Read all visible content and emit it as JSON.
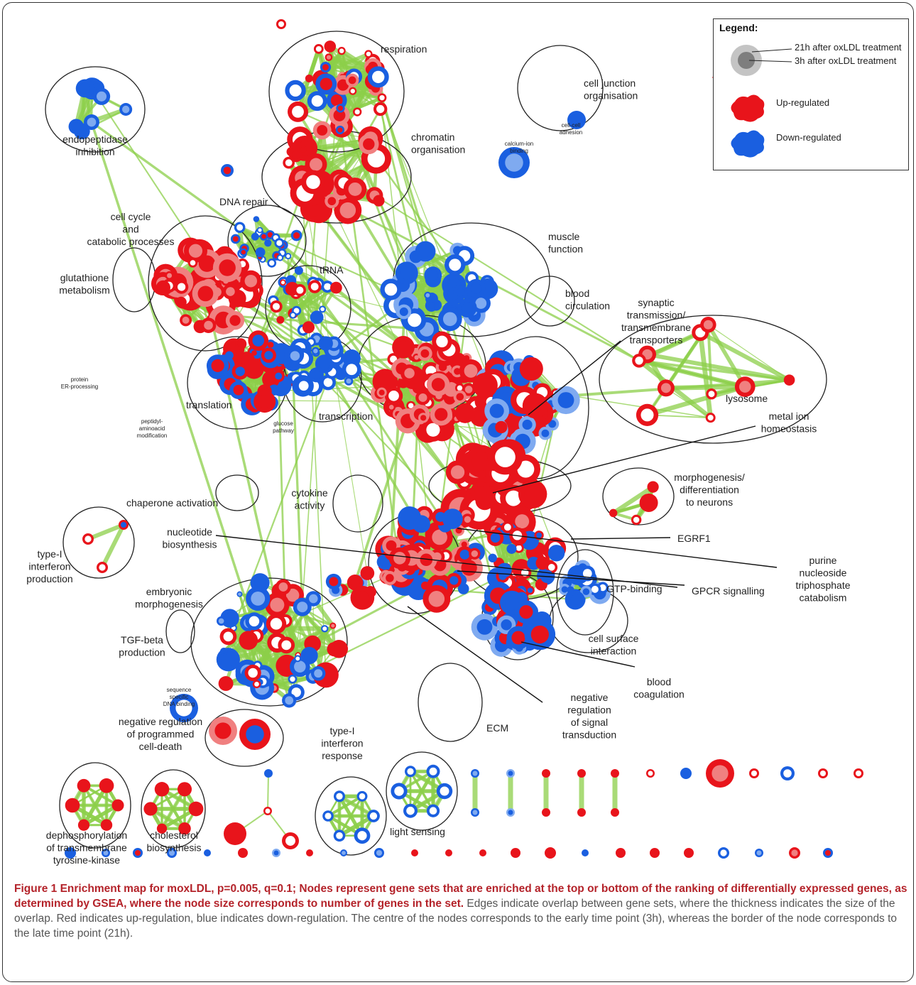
{
  "legend": {
    "title": "Legend:",
    "late_label": "21h after oxLDL treatment",
    "early_label": "3h after oxLDL treatment",
    "up_label": "Up-regulated",
    "down_label": "Down-regulated"
  },
  "colors": {
    "up": "#e8141b",
    "up_light": "#f08080",
    "down": "#1a5fe0",
    "down_light": "#7faaf0",
    "edge": "#8ccf4a",
    "cluster_outline": "#222222"
  },
  "clusters": {
    "endopeptidase": [
      "endopeptidase",
      "inhibition"
    ],
    "respiration": [
      "respiration"
    ],
    "cell_junction": [
      "cell junction",
      "organisation"
    ],
    "calcium": [
      "calcium-ion",
      "binding"
    ],
    "cell_adhesion": [
      "cell-cell",
      "adhesion"
    ],
    "chromatin": [
      "chromatin",
      "organisation"
    ],
    "dna_repair": [
      "DNA repair"
    ],
    "cell_cycle": [
      "cell cycle",
      "and",
      "catabolic processes"
    ],
    "glutathione": [
      "glutathione",
      "metabolism"
    ],
    "trna": [
      "tRNA"
    ],
    "muscle": [
      "muscle",
      "function"
    ],
    "blood_circ": [
      "blood",
      "circulation"
    ],
    "synaptic": [
      "synaptic",
      "transmission/",
      "transmembrane",
      "transporters"
    ],
    "protein_er": [
      "protein",
      "ER-processing"
    ],
    "translation": [
      "translation"
    ],
    "transcription": [
      "transcription"
    ],
    "peptidyl": [
      "peptidyl-",
      "aminoacid",
      "modification"
    ],
    "glucose": [
      "glucose",
      "pathway"
    ],
    "lysosome": [
      "lysosome"
    ],
    "metal_ion": [
      "metal ion",
      "homeostasis"
    ],
    "morphogenesis": [
      "morphogenesis/",
      "differentiation",
      "to neurons"
    ],
    "chaperone": [
      "chaperone activation"
    ],
    "cytokine": [
      "cytokine",
      "activity"
    ],
    "egrf1": [
      "EGRF1"
    ],
    "type1_prod": [
      "type-I",
      "interferon",
      "production"
    ],
    "nucleotide": [
      "nucleotide",
      "biosynthesis"
    ],
    "purine": [
      "purine",
      "nucleoside",
      "triphosphate",
      "catabolism"
    ],
    "gpcr": [
      "GPCR signalling"
    ],
    "embryonic": [
      "embryonic",
      "morphogenesis"
    ],
    "gtp": [
      "GTP-binding"
    ],
    "tgf": [
      "TGF-beta",
      "production"
    ],
    "cell_surface": [
      "cell surface",
      "interaction"
    ],
    "seq_specific": [
      "sequence",
      "specific",
      "DNA binding"
    ],
    "blood_coag": [
      "blood",
      "coagulation"
    ],
    "neg_signal": [
      "negative",
      "regulation",
      "of signal",
      "transduction"
    ],
    "ecm": [
      "ECM"
    ],
    "neg_death": [
      "negative regulation",
      "of programmed",
      "cell-death"
    ],
    "type1_resp": [
      "type-I",
      "interferon",
      "response"
    ],
    "dephos": [
      "dephosphorylation",
      "of transmembrane",
      "tyrosine-kinase"
    ],
    "cholesterol": [
      "cholesterol",
      "biosynthesis"
    ],
    "light": [
      "light sensing"
    ]
  },
  "caption": {
    "bold": "Figure 1 Enrichment map for moxLDL, p=0.005, q=0.1; Nodes represent gene sets that are enriched at the top or bottom of the ranking of differentially expressed genes, as determined by GSEA, where the node size corresponds to number of genes in the set.",
    "rest": "Edges indicate overlap between gene sets, where the thickness indicates the size of the overlap. Red indicates up-regulation, blue indicates down-regulation. The centre of the nodes corresponds to the early time point (3h), whereas the border of the node corresponds to the late time point (21h)."
  }
}
